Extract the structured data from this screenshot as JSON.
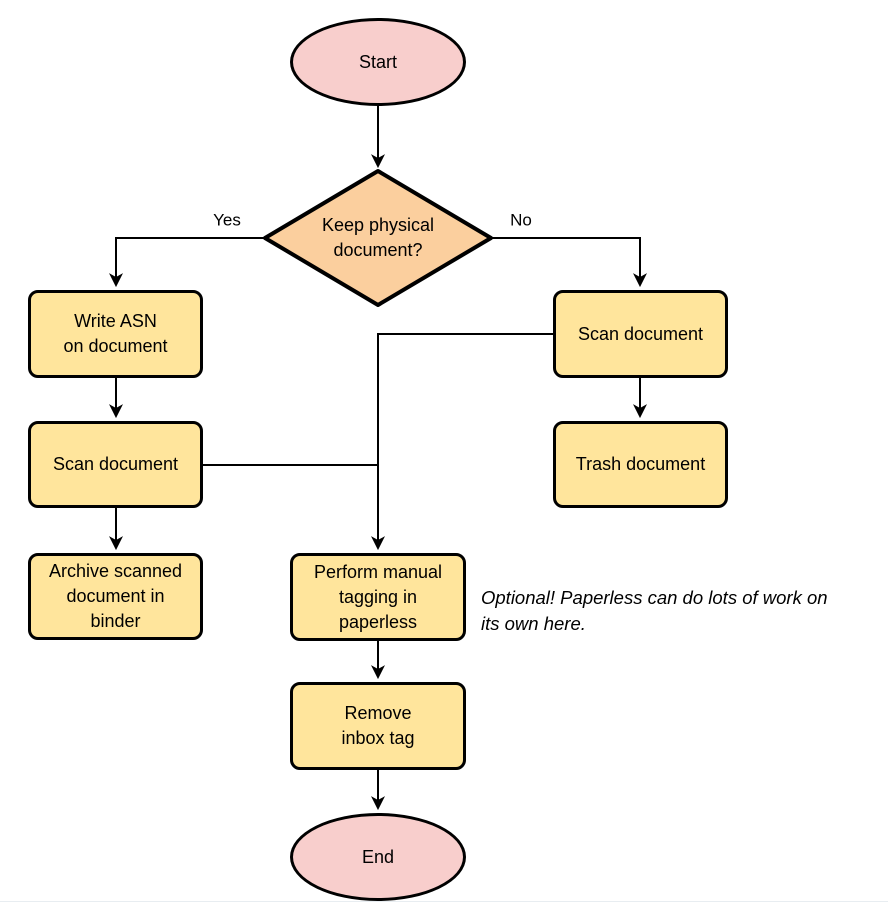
{
  "colors": {
    "terminator-fill": "#F8CECC",
    "process-fill": "#FFE59C",
    "decision-fill": "#FBCF9E",
    "stroke": "#000000",
    "rule": "#E8EDF1"
  },
  "nodes": {
    "start": {
      "label": "Start",
      "type": "terminator"
    },
    "decision": {
      "label": "Keep physical\ndocument?",
      "type": "decision"
    },
    "write_asn": {
      "label": "Write ASN\non document",
      "type": "process"
    },
    "scan_left": {
      "label": "Scan document",
      "type": "process"
    },
    "archive": {
      "label": "Archive scanned\ndocument in\nbinder",
      "type": "process"
    },
    "scan_right": {
      "label": "Scan document",
      "type": "process"
    },
    "trash": {
      "label": "Trash document",
      "type": "process"
    },
    "tagging": {
      "label": "Perform manual\ntagging in\npaperless",
      "type": "process"
    },
    "remove_tag": {
      "label": "Remove\ninbox tag",
      "type": "process"
    },
    "end": {
      "label": "End",
      "type": "terminator"
    }
  },
  "edge_labels": {
    "yes": "Yes",
    "no": "No"
  },
  "annotation": {
    "text": "Optional! Paperless can do lots of work on\nits own here."
  }
}
